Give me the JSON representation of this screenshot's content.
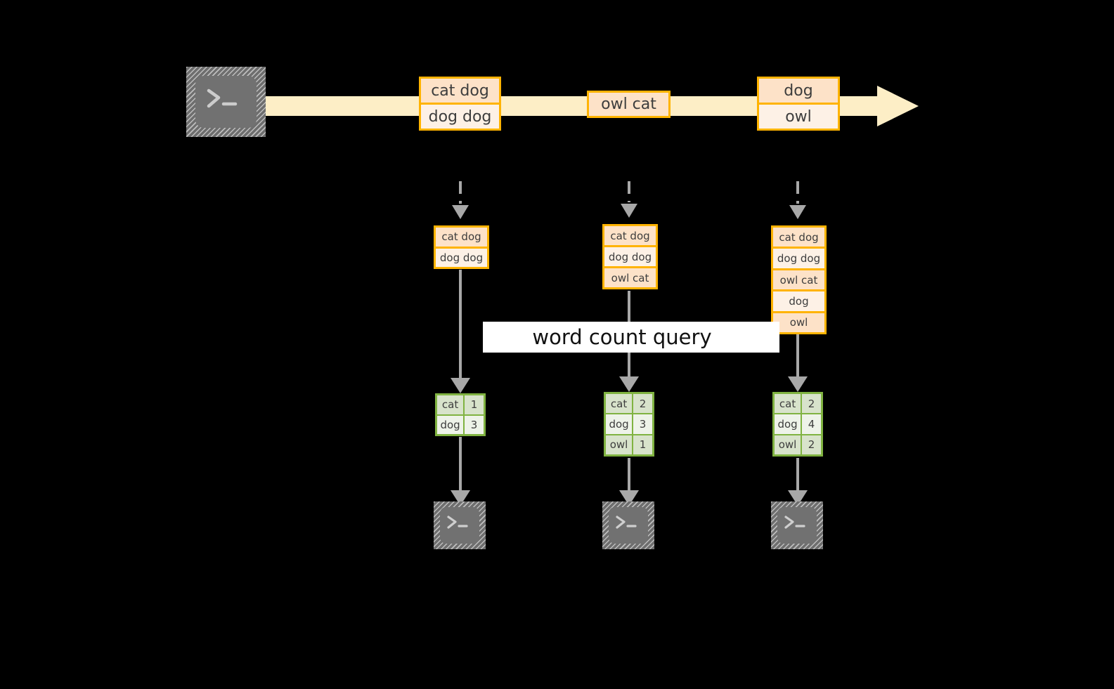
{
  "diagram": {
    "title_label": "word count query",
    "colors": {
      "background": "#000000",
      "stream_ribbon": "#fdeec6",
      "box_border_orange": "#ffb300",
      "box_fill_dark": "#fde2c8",
      "box_fill_light": "#fdf1e6",
      "table_border_green": "#80b341",
      "table_fill_dark": "#d8e3cb",
      "table_fill_light": "#eef3e9",
      "connector_gray": "#a8a8a8",
      "terminal_gray": "#717171",
      "label_band": "#ffffff"
    },
    "source": {
      "icon": "terminal-icon",
      "label": ""
    },
    "stream": {
      "icon": "right-arrow-ribbon",
      "events": [
        {
          "name": "event-1",
          "lines": [
            "cat dog",
            "dog dog"
          ]
        },
        {
          "name": "event-2",
          "lines": [
            "owl cat"
          ]
        },
        {
          "name": "event-3",
          "lines": [
            "dog",
            "owl"
          ]
        }
      ]
    },
    "columns": [
      {
        "name": "snapshot-1",
        "input_lines": [
          "cat dog",
          "dog dog"
        ],
        "results": [
          {
            "word": "cat",
            "count": "1"
          },
          {
            "word": "dog",
            "count": "3"
          }
        ],
        "sink_icon": "terminal-icon"
      },
      {
        "name": "snapshot-2",
        "input_lines": [
          "cat dog",
          "dog dog",
          "owl cat"
        ],
        "results": [
          {
            "word": "cat",
            "count": "2"
          },
          {
            "word": "dog",
            "count": "3"
          },
          {
            "word": "owl",
            "count": "1"
          }
        ],
        "sink_icon": "terminal-icon"
      },
      {
        "name": "snapshot-3",
        "input_lines": [
          "cat dog",
          "dog dog",
          "owl cat",
          "dog",
          "owl"
        ],
        "results": [
          {
            "word": "cat",
            "count": "2"
          },
          {
            "word": "dog",
            "count": "4"
          },
          {
            "word": "owl",
            "count": "2"
          }
        ],
        "sink_icon": "terminal-icon"
      }
    ]
  }
}
